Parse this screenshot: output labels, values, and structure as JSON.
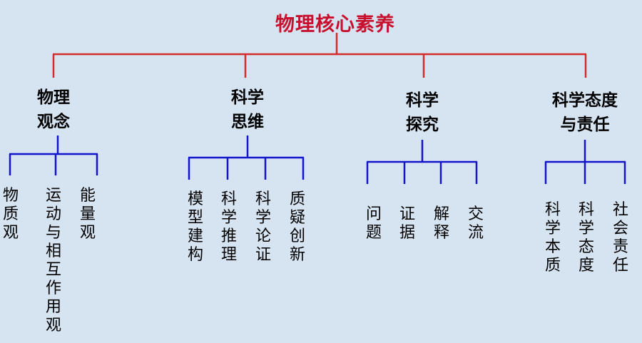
{
  "root": {
    "title": "物理核心素养"
  },
  "categories": [
    {
      "line1": "物理",
      "line2": "观念",
      "items": [
        "物质观",
        "运动与相互作用观",
        "能量观"
      ]
    },
    {
      "line1": "科学",
      "line2": "思维",
      "items": [
        "模型建构",
        "科学推理",
        "科学论证",
        "质疑创新"
      ]
    },
    {
      "line1": "科学",
      "line2": "探究",
      "items": [
        "问题",
        "证据",
        "解释",
        "交流"
      ]
    },
    {
      "line1": "科学态度",
      "line2": "与责任",
      "items": [
        "科学本质",
        "科学态度",
        "社会责任"
      ]
    }
  ],
  "colors": {
    "background": "#d6e4f2",
    "root_text": "#c8102e",
    "root_connector": "#d62b2b",
    "branch_connector": "#1414cc",
    "text": "#000000"
  }
}
